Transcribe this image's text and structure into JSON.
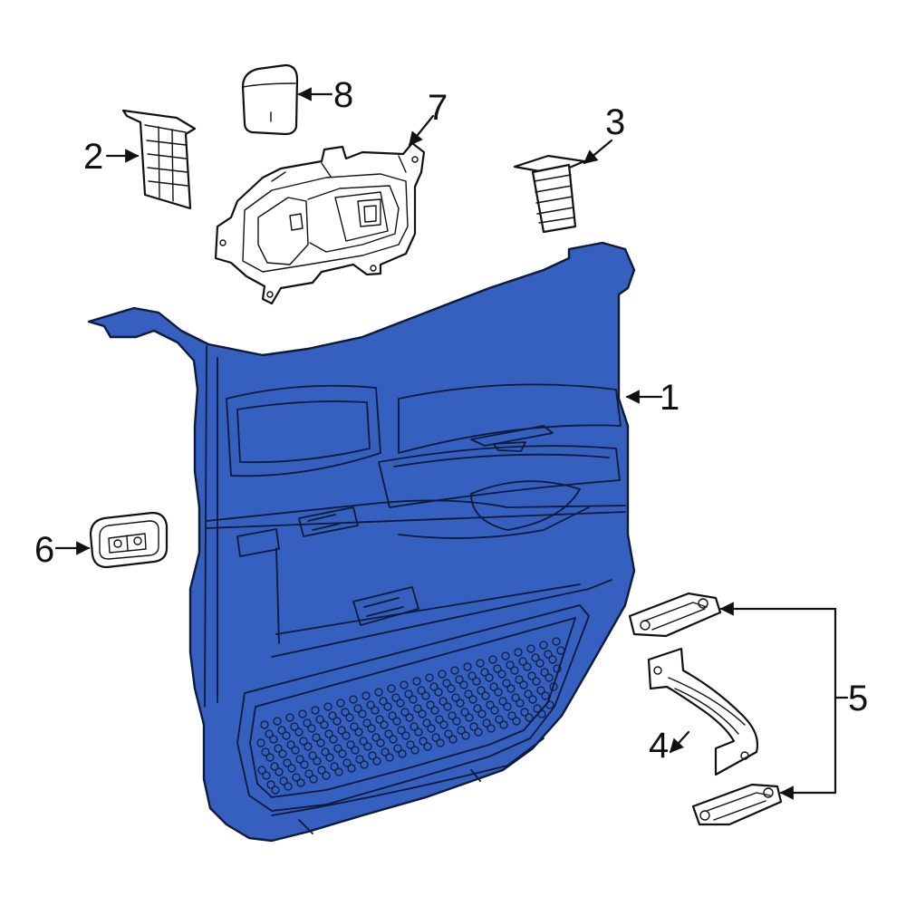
{
  "colors": {
    "panel_fill": "#3560c0",
    "line": "#111111"
  },
  "callouts": [
    {
      "id": "1",
      "label": "1",
      "part": "door-trim-panel"
    },
    {
      "id": "2",
      "label": "2",
      "part": "trim-bezel"
    },
    {
      "id": "3",
      "label": "3",
      "part": "trim-clip"
    },
    {
      "id": "4",
      "label": "4",
      "part": "pull-strap"
    },
    {
      "id": "5",
      "label": "5",
      "part": "strap-end-caps"
    },
    {
      "id": "6",
      "label": "6",
      "part": "switch-bezel"
    },
    {
      "id": "7",
      "label": "7",
      "part": "handle-housing"
    },
    {
      "id": "8",
      "label": "8",
      "part": "cover-cap"
    }
  ]
}
